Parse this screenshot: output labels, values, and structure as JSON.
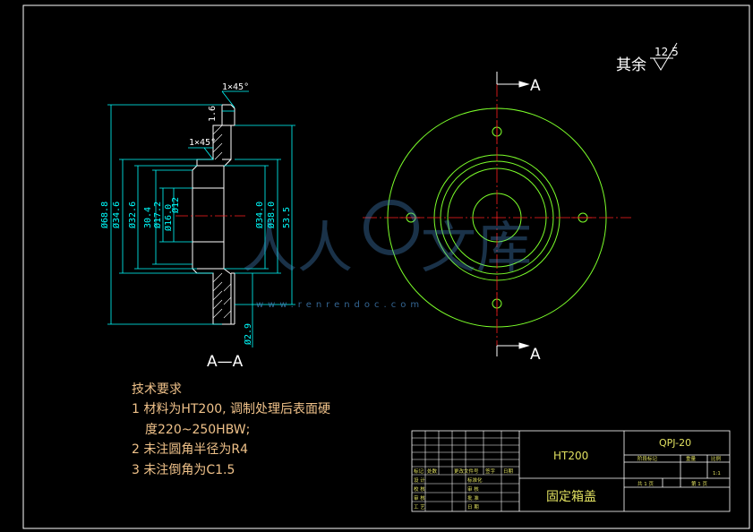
{
  "drawing": {
    "surface_mark": {
      "prefix": "其余",
      "value": "12.5"
    },
    "section_marks": {
      "top": "A",
      "bottom": "A",
      "view_label": "A—A"
    },
    "dimensions": {
      "chamfer_top": "1×45°",
      "chamfer_inner": "1×45°",
      "thickness": "1.6",
      "d68_8": "Ø68.8",
      "d34_6": "Ø34.6",
      "d32_6": "Ø32.6",
      "d30_4": "30.4",
      "d17_2": "Ø17.2",
      "d16_0": "Ø16.0",
      "d12_0": "Ø12",
      "d34_0": "Ø34.0",
      "d38_0": "Ø38.0",
      "d53_5": "53.5",
      "d2_9": "Ø2.9"
    },
    "tech_notes": {
      "title": "技术要求",
      "line1": "1 材料为HT200, 调制处理后表面硬",
      "line2": "度220~250HBW;",
      "line3": "2 未注圆角半径为R4",
      "line4": "3 未注倒角为C1.5"
    },
    "watermark": {
      "url": "www.renrendoc.com"
    }
  },
  "title_block": {
    "material": "HT200",
    "part_name": "固定箱盖",
    "drawing_no": "QPJ-20",
    "scale": "1:1",
    "sheets_total": "共 1 页",
    "sheet_no": "第 1 页",
    "col_mark": "标记",
    "col_count": "处数",
    "col_zone": "更改文件号",
    "col_sign": "签字",
    "col_date": "日期",
    "row_design": "设 计",
    "row_check": "校 核",
    "row_review": "审 核",
    "row_process": "工 艺",
    "std": "标准化",
    "audit": "审 核",
    "approve": "批 准",
    "date_label": "日 期",
    "stage_mark": "阶段标记",
    "weight": "重量",
    "ratio": "比例"
  },
  "colors": {
    "frame": "#ffffff",
    "outline": "#ffffff",
    "dimension": "#00ffff",
    "centerline": "#ff2020",
    "circle": "#7cff2a",
    "note": "#f0c28a",
    "title_text": "#e0e060"
  }
}
